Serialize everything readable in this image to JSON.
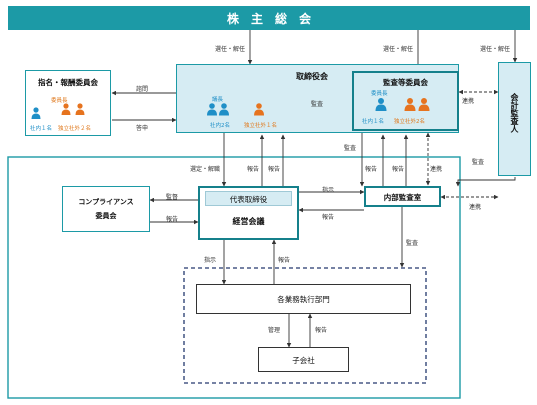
{
  "shareholders": {
    "title": "株　主　総　会"
  },
  "nomination_committee": {
    "title": "指名・報酬委員会",
    "chair": "委員長",
    "inside": "社内１名",
    "outside": "独立社外２名"
  },
  "board": {
    "title": "取締役会",
    "chair": "議長",
    "inside": "社内2名",
    "outside": "独立社外１名"
  },
  "audit_committee": {
    "title": "監査等委員会",
    "chair": "委員長",
    "inside": "社内１名",
    "outside": "独立社外2名"
  },
  "auditor": {
    "title": "会計監査人"
  },
  "compliance": {
    "title_line1": "コンプライアンス",
    "title_line2": "委員会"
  },
  "management": {
    "ceo": "代表取締役",
    "title": "経営会議"
  },
  "internal_audit": {
    "title": "内部監査室"
  },
  "business": {
    "title": "各業務執行部門"
  },
  "subsidiary": {
    "title": "子会社"
  },
  "labels": {
    "appoint": "選任・解任",
    "consult": "諮問",
    "report": "報告",
    "answer": "答申",
    "audit": "監査",
    "liaison": "連携",
    "supervise": "監督",
    "select": "選定・解職",
    "instruct": "指示",
    "manage": "管理"
  },
  "colors": {
    "teal": "#1c9aa6",
    "teal_dark": "#15808b",
    "light_fill": "#d6ecf3",
    "navy": "#24386e",
    "person_teal": "#1f8fc7",
    "person_orange": "#e6731e",
    "orange_text": "#e07a1f"
  }
}
